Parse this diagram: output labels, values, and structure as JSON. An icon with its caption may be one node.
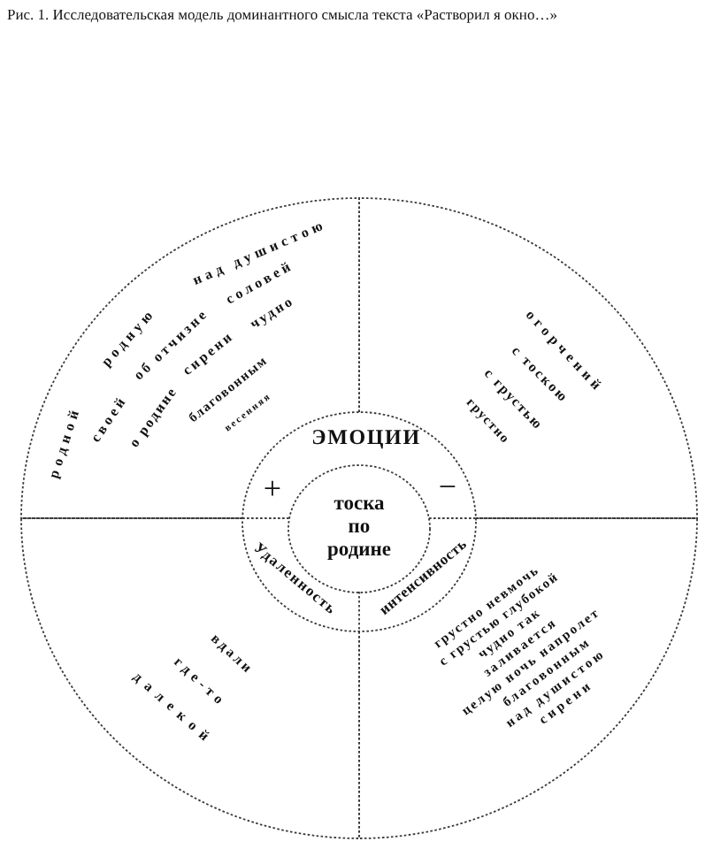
{
  "diagram": {
    "title": "Рис. 1. Исследовательская модель доминантного смысла текста «Растворил я окно…»",
    "nodes": [
      {
        "text": [
          "родной",
          "родную",
          "над душистою",
          "своей",
          "об отчизне",
          "соловей",
          "о родине",
          "сирени",
          "чудно",
          "благовонным",
          "весенняя"
        ]
      },
      {
        "text": [
          "огорчений",
          "с тоскою",
          "с грустью",
          "грустно"
        ]
      },
      {
        "text": [
          "ЭМОЦИИ",
          "+",
          "−",
          "Удаленность",
          "интенсивность"
        ]
      },
      {
        "text": [
          "тоска по родине"
        ],
        "in": 2
      },
      {
        "text": [
          "вдали",
          "где-то",
          "далекой"
        ]
      },
      {
        "text": [
          "грустно невмочь",
          "с грустью глубокой",
          "чудно так",
          "заливается",
          "целую ночь напролет",
          "благовонным",
          "над душистою",
          "сирени"
        ]
      }
    ]
  }
}
